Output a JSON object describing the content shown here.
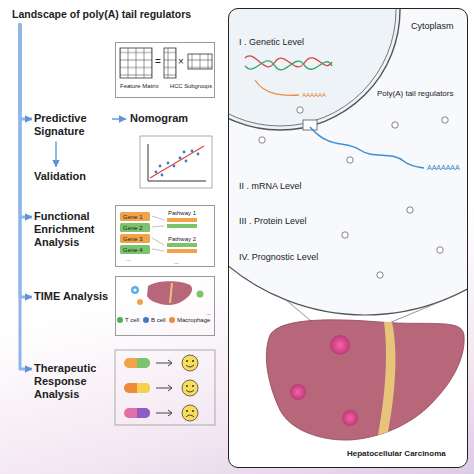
{
  "diagram": {
    "nodes": [
      {
        "text": [
          "Landscape of poly(A) tail regulators"
        ]
      },
      {
        "text": [
          "Feature Matrix",
          "HCC Subgroups"
        ]
      },
      {
        "text": [
          "Predictive Signature"
        ]
      },
      {
        "text": [
          "Nomogram"
        ]
      },
      {
        "text": [
          "Validation"
        ]
      },
      {
        "text": [
          "Functional Enrichment Analysis"
        ]
      },
      {
        "text": [
          "Gene 1",
          "Gene 2",
          "Gene 3",
          "Gene 4",
          "...",
          "Pathway 1",
          "Pathway 2",
          "..."
        ]
      },
      {
        "text": [
          "TIME Analysis"
        ]
      },
      {
        "text": [
          "T cell",
          "B cell",
          "Macrophage",
          "..."
        ]
      },
      {
        "text": [
          "Therapeutic Response Analysis"
        ]
      },
      {
        "text": [
          "Cytoplasm",
          "Poly(A) tail regulators",
          "I . Genetic Level",
          "II . mRNA Level",
          "III . Protein Level",
          "IV. Prognostic Level",
          "Hepatocellular Carcinoma"
        ]
      }
    ],
    "edges": [
      {
        "from": 0,
        "to": 2,
        "arrow": "to"
      },
      {
        "from": 0,
        "to": 5,
        "arrow": "to"
      },
      {
        "from": 0,
        "to": 7,
        "arrow": "to"
      },
      {
        "from": 0,
        "to": 9,
        "arrow": "to"
      },
      {
        "from": 2,
        "to": 3,
        "arrow": "to"
      },
      {
        "from": 2,
        "to": 4,
        "arrow": "to"
      }
    ],
    "labels": [
      "=",
      "×",
      "AAAAAA",
      "AAAAAAA"
    ]
  }
}
